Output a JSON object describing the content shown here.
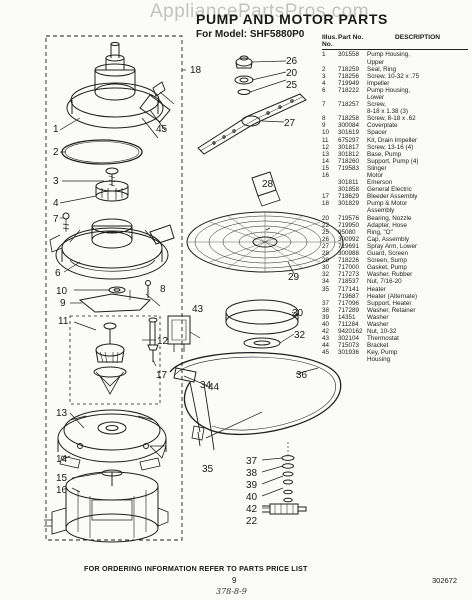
{
  "watermark": "AppliancePartsPros.com",
  "header": {
    "title": "PUMP AND MOTOR PARTS",
    "model_line": "For Model: SHF5880P0"
  },
  "parts_table": {
    "headers": {
      "illus": "Illus. No.",
      "part": "Part No.",
      "description": "DESCRIPTION"
    },
    "rows": [
      {
        "illus": "1",
        "part": "301558",
        "desc": "Pump Housing,"
      },
      {
        "illus": "",
        "part": "",
        "desc": "Upper"
      },
      {
        "illus": "2",
        "part": "718259",
        "desc": "Seal, Ring"
      },
      {
        "illus": "3",
        "part": "718256",
        "desc": "Screw, 10-32 x .75"
      },
      {
        "illus": "4",
        "part": "719949",
        "desc": "Impeller"
      },
      {
        "illus": "6",
        "part": "718222",
        "desc": "Pump Housing,"
      },
      {
        "illus": "",
        "part": "",
        "desc": "Lower"
      },
      {
        "illus": "7",
        "part": "718257",
        "desc": "Screw,"
      },
      {
        "illus": "",
        "part": "",
        "desc": "8-18 x 1.38 (3)"
      },
      {
        "illus": "8",
        "part": "718258",
        "desc": "Screw, 8-18 x .62"
      },
      {
        "illus": "9",
        "part": "300084",
        "desc": "Coverplate"
      },
      {
        "illus": "10",
        "part": "301619",
        "desc": "Spacer"
      },
      {
        "illus": "11",
        "part": "675297",
        "desc": "Kit, Drain Impeller"
      },
      {
        "illus": "12",
        "part": "301817",
        "desc": "Screw, 13-16 (4)"
      },
      {
        "illus": "13",
        "part": "301812",
        "desc": "Base, Pump"
      },
      {
        "illus": "14",
        "part": "718260",
        "desc": "Support, Pump (4)"
      },
      {
        "illus": "15",
        "part": "719583",
        "desc": "Slinger"
      },
      {
        "illus": "16",
        "part": "",
        "desc": "Motor"
      },
      {
        "illus": "",
        "part": "301811",
        "desc": "Emerson"
      },
      {
        "illus": "",
        "part": "301858",
        "desc": "General Electric"
      },
      {
        "illus": "17",
        "part": "718629",
        "desc": "Bleeder Assembly"
      },
      {
        "illus": "18",
        "part": "301829",
        "desc": "Pump & Motor"
      },
      {
        "illus": "",
        "part": "",
        "desc": "Assembly"
      },
      {
        "illus": "20",
        "part": "719576",
        "desc": "Bearing, Nozzle"
      },
      {
        "illus": "22",
        "part": "719950",
        "desc": "Adapter, Hose"
      },
      {
        "illus": "25",
        "part": "95080",
        "desc": "Ring, \"O\""
      },
      {
        "illus": "26",
        "part": "300992",
        "desc": "Cap, Assembly"
      },
      {
        "illus": "27",
        "part": "719691",
        "desc": "Spray Arm, Lower"
      },
      {
        "illus": "28",
        "part": "300988",
        "desc": "Guard, Screen"
      },
      {
        "illus": "29",
        "part": "718226",
        "desc": "Screen, Sump"
      },
      {
        "illus": "30",
        "part": "717000",
        "desc": "Gasket, Pump"
      },
      {
        "illus": "32",
        "part": "717273",
        "desc": "Washer, Rubber"
      },
      {
        "illus": "34",
        "part": "718537",
        "desc": "Nut, 7/16-20"
      },
      {
        "illus": "35",
        "part": "717141",
        "desc": "Heater"
      },
      {
        "illus": "",
        "part": "719687",
        "desc": "Heater (Alternate)"
      },
      {
        "illus": "37",
        "part": "717096",
        "desc": "Support, Heater"
      },
      {
        "illus": "38",
        "part": "717289",
        "desc": "Washer, Retainer"
      },
      {
        "illus": "39",
        "part": "14351",
        "desc": "Washer"
      },
      {
        "illus": "40",
        "part": "711284",
        "desc": "Washer"
      },
      {
        "illus": "42",
        "part": "9420162",
        "desc": "Nut, 10-32"
      },
      {
        "illus": "43",
        "part": "302104",
        "desc": "Thermostat"
      },
      {
        "illus": "44",
        "part": "715073",
        "desc": "Bracket"
      },
      {
        "illus": "45",
        "part": "301936",
        "desc": "Key, Pump"
      },
      {
        "illus": "",
        "part": "",
        "desc": "Housing"
      }
    ]
  },
  "callouts": {
    "c1": "1",
    "c2": "2",
    "c3": "3",
    "c4": "4",
    "c6": "6",
    "c7": "7",
    "c8": "8",
    "c9": "9",
    "c10": "10",
    "c11": "11",
    "c12": "12",
    "c13": "13",
    "c14": "14",
    "c15": "15",
    "c16": "16",
    "c17": "17",
    "c18": "18",
    "c20": "20",
    "c22": "22",
    "c25": "25",
    "c26": "26",
    "c27": "27",
    "c28": "28",
    "c29": "29",
    "c30": "30",
    "c32": "32",
    "c34": "34",
    "c35": "35",
    "c36": "36",
    "c37": "37",
    "c38": "38",
    "c39": "39",
    "c40": "40",
    "c42": "42",
    "c43": "43",
    "c44": "44",
    "c45": "45"
  },
  "footer": {
    "note": "FOR ORDERING INFORMATION REFER TO PARTS PRICE LIST",
    "page_number": "9",
    "doc_number": "302672",
    "handwritten": "378-8-9"
  }
}
